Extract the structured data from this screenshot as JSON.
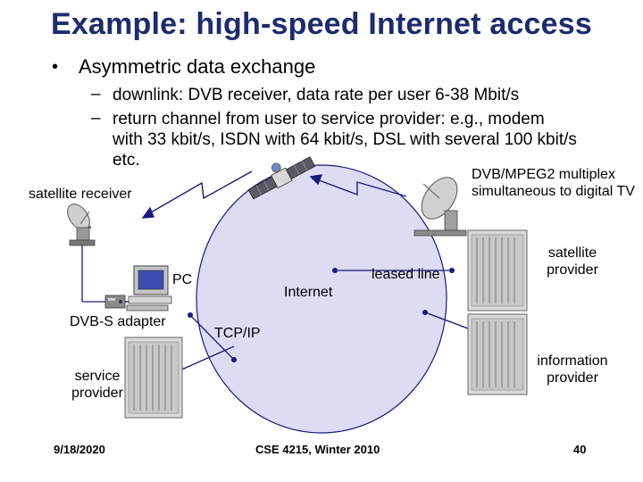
{
  "title": "Example: high-speed Internet access",
  "bullet": {
    "text": "Asymmetric data exchange",
    "subitems": [
      "downlink: DVB receiver, data rate per user 6-38 Mbit/s",
      "return channel from user to service provider: e.g., modem with 33 kbit/s, ISDN with 64 kbit/s, DSL with several 100 kbit/s etc."
    ]
  },
  "diagram": {
    "multiplex_line1": "DVB/MPEG2 multiplex",
    "multiplex_line2": "simultaneous to digital TV",
    "satellite_receiver": "satellite receiver",
    "pc": "PC",
    "internet": "Internet",
    "leased_line": "leased line",
    "satellite_provider_line1": "satellite",
    "satellite_provider_line2": "provider",
    "dvb_s_adapter": "DVB-S adapter",
    "tcp_ip": "TCP/IP",
    "service_provider_line1": "service",
    "service_provider_line2": "provider",
    "information_provider_line1": "information",
    "information_provider_line2": "provider"
  },
  "footer": {
    "date": "9/18/2020",
    "course": "CSE 4215, Winter 2010",
    "page": "40"
  },
  "colors": {
    "title": "#1f2b6e",
    "internet_fill": "#dcdcf2",
    "link_lines": "#1a1a7a"
  }
}
